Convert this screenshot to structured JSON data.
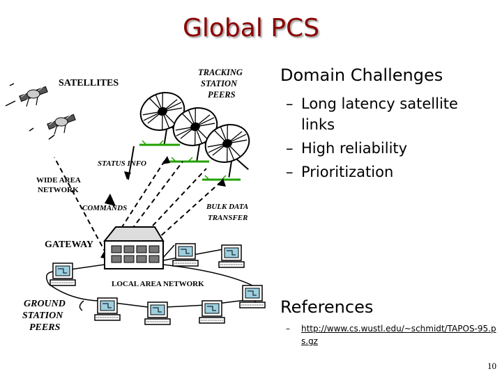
{
  "slide": {
    "title": "Global PCS",
    "page_number": "10"
  },
  "diagram": {
    "satellites": "SATELLITES",
    "tracking_lines": [
      "TRACKING",
      "STATION",
      "PEERS"
    ],
    "status_info": "STATUS INFO",
    "wan_lines": [
      "WIDE AREA",
      "NETWORK"
    ],
    "commands": "COMMANDS",
    "bulk_lines": [
      "BULK DATA",
      "TRANSFER"
    ],
    "gateway": "GATEWAY",
    "lan": "LOCAL AREA NETWORK",
    "ground_lines": [
      "GROUND",
      "STATION",
      "PEERS"
    ]
  },
  "domain_challenges": {
    "heading": "Domain Challenges",
    "items": [
      {
        "dash": "–",
        "text": "Long latency satellite links"
      },
      {
        "dash": "–",
        "text": "High reliability"
      },
      {
        "dash": "–",
        "text": "Prioritization"
      }
    ]
  },
  "references": {
    "heading": "References",
    "items": [
      {
        "dash": "–",
        "text": "http://www.cs.wustl.edu/~schmidt/TAPOS-95.ps.gz"
      }
    ]
  },
  "colors": {
    "title": "#8b0000",
    "grass": "#22a000",
    "screen": "#9ccfe0"
  }
}
